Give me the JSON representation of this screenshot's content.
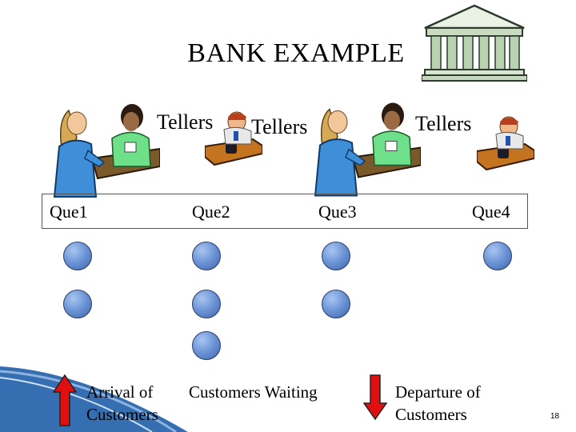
{
  "title": "BANK EXAMPLE",
  "tellers_labels": [
    "Tellers",
    "Tellers",
    "Tellers"
  ],
  "queues": [
    "Que1",
    "Que2",
    "Que3",
    "Que4"
  ],
  "customers_per_queue": [
    2,
    3,
    2,
    1
  ],
  "arrival_label": "Arrival of\nCustomers",
  "waiting_label": "Customers Waiting",
  "departure_label": "Departure of\nCustomers",
  "page_number": "18",
  "icons": [
    "bank-building-icon",
    "teller-woman-icon",
    "teller-man-phone-icon",
    "customer-icon",
    "arrival-arrow-icon",
    "departure-arrow-icon"
  ],
  "colors": {
    "arrow_red": "#e01010",
    "customer_blue": "#6f97d8",
    "accent_blue": "#2f66b0"
  }
}
